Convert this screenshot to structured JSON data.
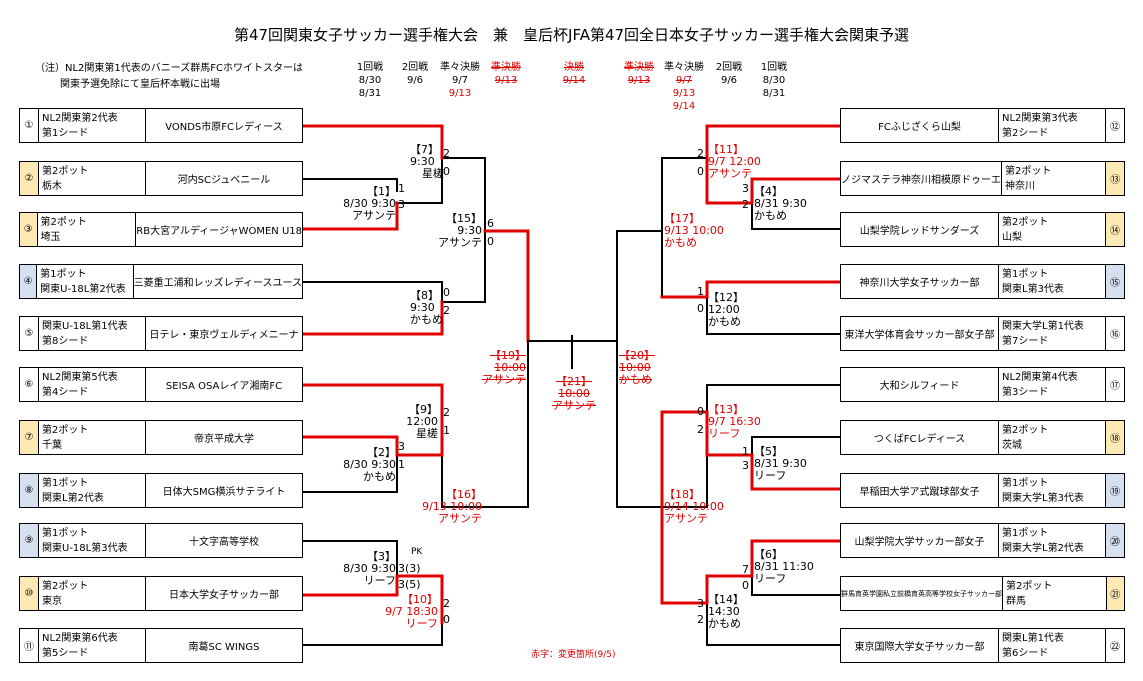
{
  "title": "第47回関東女子サッカー選手権大会　兼　皇后杯JFA第47回全日本女子サッカー選手権大会関東予選",
  "notes": {
    "line1": "（注）NL2関東第1代表のバニーズ群馬FCホワイトスターは",
    "line2": "関東予選免除にて皇后杯本戦に出場"
  },
  "header": {
    "left": [
      {
        "round": "1回戦",
        "date1": "8/30",
        "date2": "8/31"
      },
      {
        "round": "2回戦",
        "date1": "9/6",
        "date2": ""
      },
      {
        "round": "準々決勝",
        "date1": "9/7",
        "date2": "9/13"
      },
      {
        "round": "準決勝",
        "date1": "9/13",
        "date2": ""
      }
    ],
    "final": {
      "round": "決勝",
      "date1": "9/14"
    },
    "right": [
      {
        "round": "準決勝",
        "date1": "9/13",
        "date2": "",
        "date3": ""
      },
      {
        "round": "準々決勝",
        "date1": "9/7",
        "date2": "9/13",
        "date3": "9/14"
      },
      {
        "round": "2回戦",
        "date1": "9/6",
        "date2": "",
        "date3": ""
      },
      {
        "round": "1回戦",
        "date1": "8/30",
        "date2": "8/31",
        "date3": ""
      }
    ]
  },
  "teams_left": [
    {
      "num": "①",
      "info1": "NL2関東第2代表",
      "info2": "第1シード",
      "name": "VONDS市原FCレディース"
    },
    {
      "num": "②",
      "info1": "第2ポット",
      "info2": "栃木",
      "name": "河内SCジュベニール"
    },
    {
      "num": "③",
      "info1": "第2ポット",
      "info2": "埼玉",
      "name": "RB大宮アルディージャWOMEN U18"
    },
    {
      "num": "④",
      "info1": "第1ポット",
      "info2": "関東U-18L第2代表",
      "name": "三菱重工浦和レッズレディースユース"
    },
    {
      "num": "⑤",
      "info1": "関東U-18L第1代表",
      "info2": "第8シード",
      "name": "日テレ・東京ヴェルディメニーナ"
    },
    {
      "num": "⑥",
      "info1": "NL2関東第5代表",
      "info2": "第4シード",
      "name": "SEISA OSAレイア湘南FC"
    },
    {
      "num": "⑦",
      "info1": "第2ポット",
      "info2": "千葉",
      "name": "帝京平成大学"
    },
    {
      "num": "⑧",
      "info1": "第1ポット",
      "info2": "関東L第2代表",
      "name": "日体大SMG横浜サテライト"
    },
    {
      "num": "⑨",
      "info1": "第1ポット",
      "info2": "関東U-18L第3代表",
      "name": "十文字高等学校"
    },
    {
      "num": "⑩",
      "info1": "第2ポット",
      "info2": "東京",
      "name": "日本大学女子サッカー部"
    },
    {
      "num": "⑪",
      "info1": "NL2関東第6代表",
      "info2": "第5シード",
      "name": "南葛SC WINGS"
    }
  ],
  "teams_right": [
    {
      "num": "⑫",
      "info1": "NL2関東第3代表",
      "info2": "第2シード",
      "name": "FCふじざくら山梨"
    },
    {
      "num": "⑬",
      "info1": "第2ポット",
      "info2": "神奈川",
      "name": "ノジマステラ神奈川相模原ドゥーエ"
    },
    {
      "num": "⑭",
      "info1": "第2ポット",
      "info2": "山梨",
      "name": "山梨学院レッドサンダーズ"
    },
    {
      "num": "⑮",
      "info1": "第1ポット",
      "info2": "関東L第3代表",
      "name": "神奈川大学女子サッカー部"
    },
    {
      "num": "⑯",
      "info1": "関東大学L第1代表",
      "info2": "第7シード",
      "name": "東洋大学体育会サッカー部女子部"
    },
    {
      "num": "⑰",
      "info1": "NL2関東第4代表",
      "info2": "第3シード",
      "name": "大和シルフィード"
    },
    {
      "num": "⑱",
      "info1": "第2ポット",
      "info2": "茨城",
      "name": "つくばFCレディース"
    },
    {
      "num": "⑲",
      "info1": "第1ポット",
      "info2": "関東大学L第3代表",
      "name": "早稲田大学ア式蹴球部女子"
    },
    {
      "num": "⑳",
      "info1": "第1ポット",
      "info2": "関東大学L第2代表",
      "name": "山梨学院大学サッカー部女子"
    },
    {
      "num": "㉑",
      "info1": "第2ポット",
      "info2": "群馬",
      "name": "群馬育英学園私立前橋育英高等学校女子サッカー部"
    },
    {
      "num": "㉒",
      "info1": "関東L第1代表",
      "info2": "第6シード",
      "name": "東京国際大学女子サッカー部"
    }
  ],
  "matches": {
    "m1": {
      "no": "【1】",
      "time": "8/30 9:30",
      "venue": "アサンテ",
      "s1": "1",
      "s2": "3"
    },
    "m2": {
      "no": "【2】",
      "time": "8/30 9:30",
      "venue": "かもめ",
      "s1": "3",
      "s2": "1"
    },
    "m3": {
      "no": "【3】",
      "time": "8/30 9:30",
      "venue": "リーフ",
      "pk": "PK",
      "s1": "3(3)",
      "s2": "3(5)"
    },
    "m4": {
      "no": "【4】",
      "time": "8/31 9:30",
      "venue": "かもめ",
      "s1": "3",
      "s2": "2"
    },
    "m5": {
      "no": "【5】",
      "time": "8/31 9:30",
      "venue": "リーフ",
      "s1": "1",
      "s2": "3"
    },
    "m6": {
      "no": "【6】",
      "time": "8/31 11:30",
      "venue": "リーフ",
      "s1": "7",
      "s2": "0"
    },
    "m7": {
      "no": "【7】",
      "time": "9:30",
      "venue": "星槎",
      "s1": "2",
      "s2": "0"
    },
    "m8": {
      "no": "【8】",
      "time": "9:30",
      "venue": "かもめ",
      "s1": "0",
      "s2": "2"
    },
    "m9": {
      "no": "【9】",
      "time": "12:00",
      "venue": "星槎",
      "s1": "2",
      "s2": "1"
    },
    "m10": {
      "no": "【10】",
      "time": "9/7  18:30",
      "venue": "リーフ",
      "s1": "2",
      "s2": "0"
    },
    "m11": {
      "no": "【11】",
      "time": "9/7  12:00",
      "venue": "アサンテ",
      "s1": "2",
      "s2": "0"
    },
    "m12": {
      "no": "【12】",
      "time": "12:00",
      "venue": "かもめ",
      "s1": "1",
      "s2": "0"
    },
    "m13": {
      "no": "【13】",
      "time": "9/7  16:30",
      "venue": "リーフ",
      "s1": "0",
      "s2": "2"
    },
    "m14": {
      "no": "【14】",
      "time": "14:30",
      "venue": "かもめ",
      "s1": "3",
      "s2": "2"
    },
    "m15": {
      "no": "【15】",
      "time": "9:30",
      "venue": "アサンテ",
      "s1": "6",
      "s2": "0"
    },
    "m16": {
      "no": "【16】",
      "time": "9/13  10:00",
      "venue": "アサンテ"
    },
    "m17": {
      "no": "【17】",
      "time": "9/13  10:00",
      "venue": "かもめ"
    },
    "m18": {
      "no": "【18】",
      "time": "9/14  10:00",
      "venue": "アサンテ"
    },
    "m19": {
      "no": "【19】",
      "time": "10:00",
      "venue": "アサンテ"
    },
    "m20": {
      "no": "【20】",
      "time": "10:00",
      "venue": "かもめ"
    },
    "m21": {
      "no": "【21】",
      "time": "10:00",
      "venue": "アサンテ"
    }
  },
  "footnote": "赤字：変更箇所(9/5)",
  "colors": {
    "winner_line": "#e00000",
    "line": "#000000",
    "changed_text": "#e00000",
    "yellow_cell": "#fde9b4",
    "blue_cell": "#d6e0f0"
  }
}
